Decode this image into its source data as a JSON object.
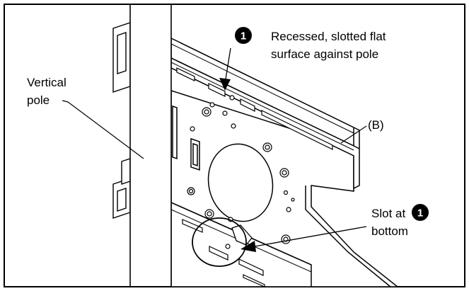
{
  "callouts": {
    "badge_number": "1",
    "recessed": {
      "line1": "Recessed, slotted flat",
      "line2": "surface against pole"
    },
    "vertical_pole": {
      "line1": "Vertical",
      "line2": "pole"
    },
    "bracket": {
      "label": "(B)"
    },
    "slot": {
      "line1": "Slot at",
      "line2": "bottom"
    }
  },
  "colors": {
    "line": "#000000",
    "background": "#ffffff",
    "badge": "#000000",
    "badge_text": "#ffffff"
  }
}
